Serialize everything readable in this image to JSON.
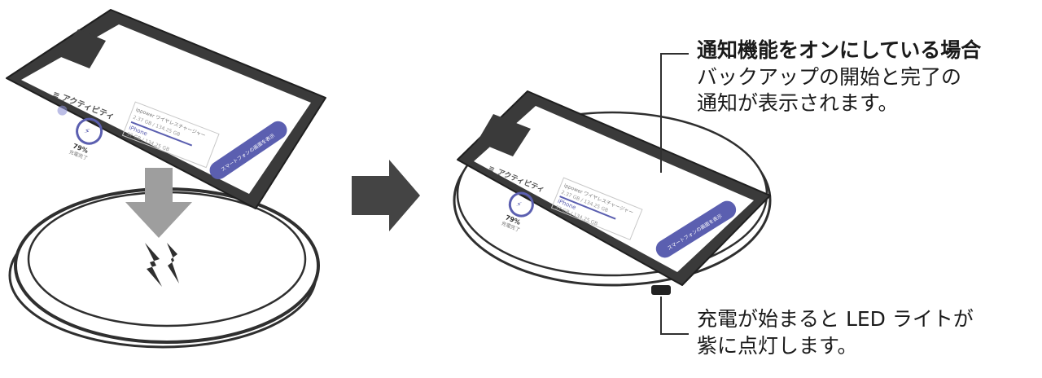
{
  "colors": {
    "outline": "#2f2f2f",
    "phone_frame": "#3a3a3a",
    "screen": "#ffffff",
    "accent_purple": "#5b5fb0",
    "gray_arrow": "#9e9e9e",
    "dark_arrow": "#444444",
    "led": "#222222"
  },
  "icons": {
    "drop_arrow": "down-arrow-icon",
    "next_arrow": "right-arrow-icon",
    "charging": "lightning-icon",
    "menu": "hamburger-icon",
    "phone_glyph": "smartphone-icon"
  },
  "phone_screen": {
    "header_title": "アクティビティ",
    "menu_glyph": "≡",
    "battery_percent": "79%",
    "battery_status": "充電完了",
    "panel_line": "ippower ワイヤレスチャージャー",
    "device_label": "iPhone",
    "storage_line_1": "2.37 GB / 134.25 GB",
    "storage_line_2": "37 GB / 134.25 GB",
    "action_button": "スマートフォンの画面を表示"
  },
  "callouts": {
    "notification": {
      "title": "通知機能をオンにしている場合",
      "line1": "バックアップの開始と完了の",
      "line2": "通知が表示されます。"
    },
    "led": {
      "line1": "充電が始まると LED ライトが",
      "line2": "紫に点灯します。"
    }
  }
}
